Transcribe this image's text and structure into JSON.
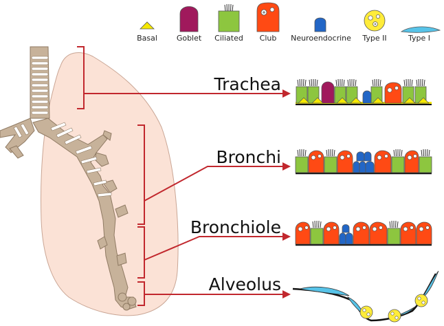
{
  "colors": {
    "lung": "#fbe2d6",
    "lung_outline": "#c9a594",
    "airway": "#c7b29a",
    "airway_outline": "#8f7a63",
    "cartilage": "#ffffff",
    "arrow": "#c1272d",
    "basal": "#f5e800",
    "goblet": "#a0195c",
    "ciliated": "#8dc63f",
    "club": "#ff4a14",
    "neuroendocrine": "#2266c6",
    "type2": "#ffec3a",
    "type1": "#57c3e8",
    "membrane": "#111111"
  },
  "legend": [
    {
      "label": "Basal",
      "icon": "basal-cell-icon"
    },
    {
      "label": "Goblet",
      "icon": "goblet-cell-icon"
    },
    {
      "label": "Ciliated",
      "icon": "ciliated-cell-icon"
    },
    {
      "label": "Club",
      "icon": "club-cell-icon"
    },
    {
      "label": "Neuroendocrine",
      "icon": "neuroendocrine-cell-icon"
    },
    {
      "label": "Type II",
      "icon": "type-ii-cell-icon"
    },
    {
      "label": "Type I",
      "icon": "type-i-cell-icon"
    }
  ],
  "regions": [
    {
      "label": "Trachea"
    },
    {
      "label": "Bronchi"
    },
    {
      "label": "Bronchiole"
    },
    {
      "label": "Alveolus"
    }
  ]
}
